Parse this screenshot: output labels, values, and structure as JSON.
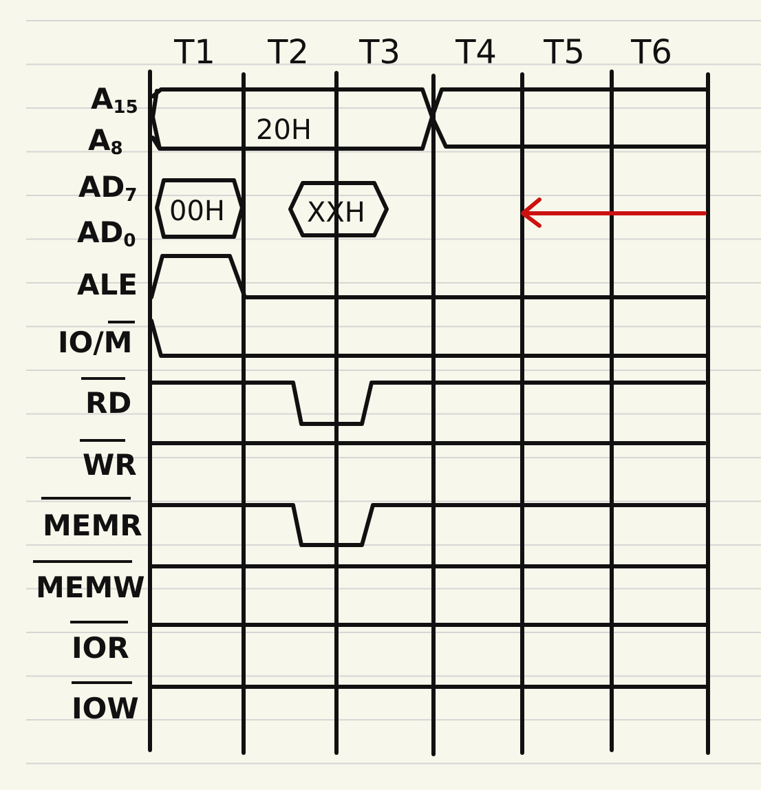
{
  "clock_labels": [
    "T1",
    "T2",
    "T3",
    "T4",
    "T5",
    "T6"
  ],
  "signals": [
    {
      "main": "A",
      "sub": "15",
      "overline": false
    },
    {
      "main": "A",
      "sub": "8",
      "overline": false
    },
    {
      "main": "AD",
      "sub": "7",
      "overline": false
    },
    {
      "main": "AD",
      "sub": "0",
      "overline": false
    },
    {
      "main": "ALE",
      "sub": "",
      "overline": false
    },
    {
      "main": "IO/",
      "extra": "M",
      "extra_overline": true,
      "sub": "",
      "overline": false
    },
    {
      "main": "RD",
      "sub": "",
      "overline": true
    },
    {
      "main": "WR",
      "sub": "",
      "overline": true
    },
    {
      "main": "MEMR",
      "sub": "",
      "overline": true
    },
    {
      "main": "MEMW",
      "sub": "",
      "overline": true
    },
    {
      "main": "IOR",
      "sub": "",
      "overline": true
    },
    {
      "main": "IOW",
      "sub": "",
      "overline": true
    }
  ],
  "bus_values": {
    "address_high": "20H",
    "ad_low_t1": "00H",
    "ad_data_t2": "XXH"
  },
  "colors": {
    "ink": "#111111",
    "paper": "#f8f7eb",
    "ruled_line": "#d6d6d6",
    "arrow": "#cc1111"
  }
}
